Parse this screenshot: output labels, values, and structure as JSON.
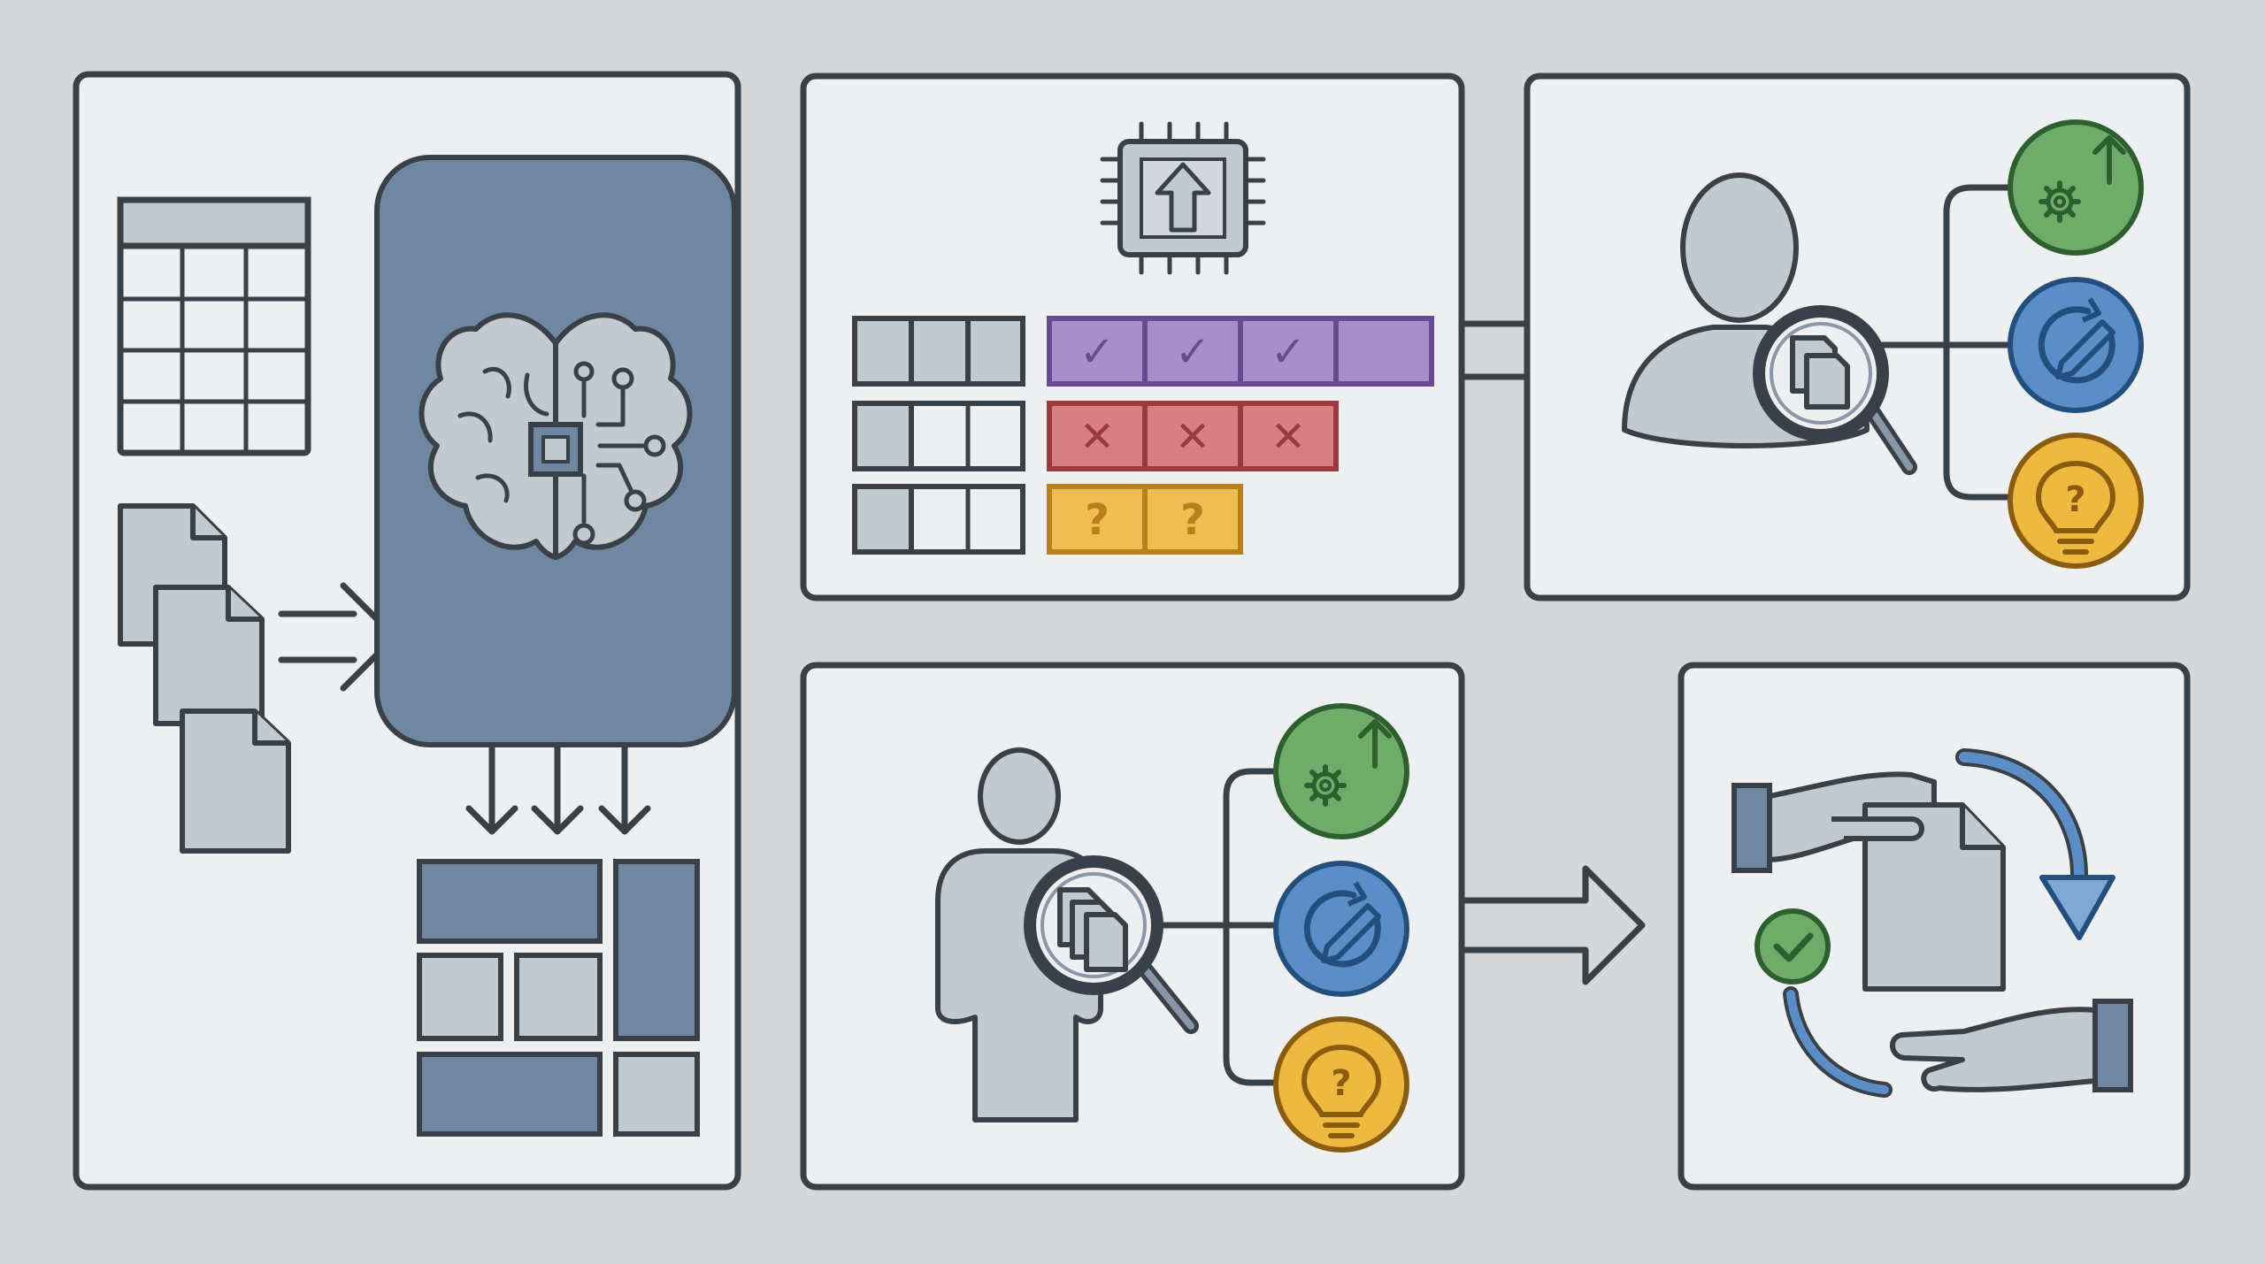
{
  "colors": {
    "background": "#d6d7d9",
    "panel": "#eeeff1",
    "outline": "#3a4048",
    "ai_block": "#6f87a0",
    "valid": "#a98fc9",
    "invalid": "#d77f82",
    "uncertain": "#f0bd53",
    "green_badge": "#6fac6a",
    "blue_badge": "#5b8ec6",
    "yellow_badge": "#edb93e"
  },
  "icons": {
    "brain": "brain-circuit-icon",
    "chip": "cpu-chip-icon",
    "person": "person-icon",
    "magnifier": "magnifying-glass-icon",
    "gear": "gear-up-icon",
    "edit": "refresh-edit-icon",
    "idea": "lightbulb-question-icon",
    "handoff": "hand-handoff-icon"
  },
  "panel2": {
    "rows": [
      {
        "status": "valid",
        "marks": [
          "✓",
          "✓",
          "✓",
          ""
        ]
      },
      {
        "status": "invalid",
        "marks": [
          "✕",
          "✕",
          "✕"
        ]
      },
      {
        "status": "uncertain",
        "marks": [
          "?",
          "?"
        ]
      }
    ]
  }
}
